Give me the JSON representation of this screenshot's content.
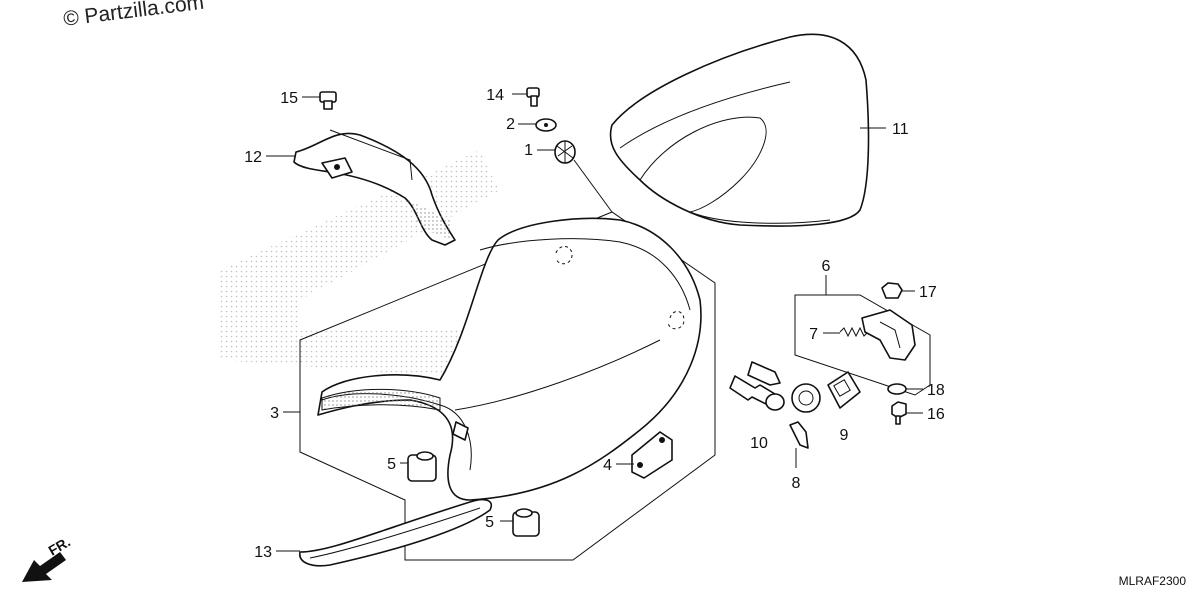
{
  "watermark": "© Partzilla.com",
  "diagram_code": "MLRAF2300",
  "front_label": "FR.",
  "callouts": {
    "c1": "1",
    "c2": "2",
    "c3": "3",
    "c4": "4",
    "c5a": "5",
    "c5b": "5",
    "c6": "6",
    "c7": "7",
    "c8": "8",
    "c9": "9",
    "c10": "10",
    "c11": "11",
    "c12": "12",
    "c13": "13",
    "c14": "14",
    "c15": "15",
    "c16": "16",
    "c17": "17",
    "c18": "18"
  }
}
